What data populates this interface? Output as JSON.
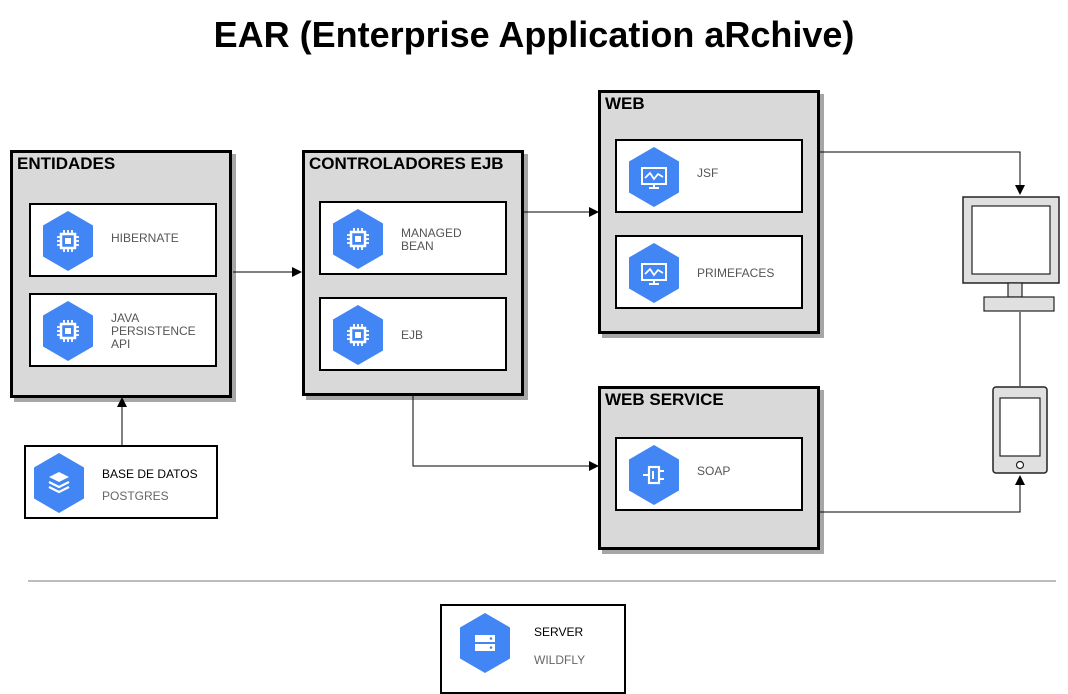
{
  "title": "EAR (Enterprise Application aRchive)",
  "groups": {
    "entidades": {
      "label": "ENTIDADES",
      "items": [
        {
          "label": "HIBERNATE",
          "icon": "chip-icon"
        },
        {
          "label": "JAVA\nPERSISTENCE\nAPI",
          "icon": "chip-icon"
        }
      ]
    },
    "controladores": {
      "label": "CONTROLADORES EJB",
      "items": [
        {
          "label": "MANAGED\nBEAN",
          "icon": "chip-icon"
        },
        {
          "label": "EJB",
          "icon": "chip-icon"
        }
      ]
    },
    "web": {
      "label": "WEB",
      "items": [
        {
          "label": "JSF",
          "icon": "monitor-chart-icon"
        },
        {
          "label": "PRIMEFACES",
          "icon": "monitor-chart-icon"
        }
      ]
    },
    "webservice": {
      "label": "WEB SERVICE",
      "items": [
        {
          "label": "SOAP",
          "icon": "endpoint-icon"
        }
      ]
    }
  },
  "database": {
    "label": "BASE DE DATOS",
    "sublabel": "POSTGRES",
    "icon": "database-layers-icon"
  },
  "server": {
    "label": "SERVER",
    "sublabel": "WILDFLY",
    "icon": "server-icon"
  },
  "colors": {
    "hex_blue": "#4285f4",
    "hex_shadow": "#3367d6",
    "group_bg": "#d9d9d9"
  }
}
